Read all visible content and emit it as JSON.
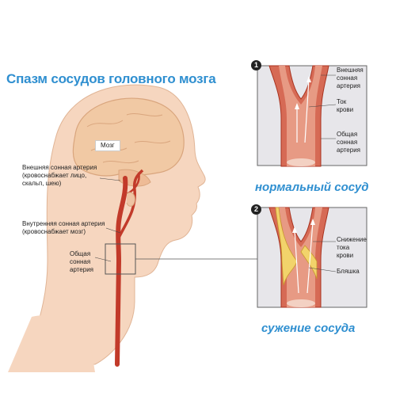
{
  "title": "Спазм сосудов головного мозга",
  "head": {
    "brain_label": "Мозг",
    "external_artery_label": [
      "Внешняя сонная артерия",
      "(кровоснабжает лицо,",
      "скальп, шею)"
    ],
    "internal_artery_label": [
      "Внутренняя сонная артерия",
      "(кровоснабжает мозг)"
    ],
    "common_artery_label": [
      "Общая",
      "сонная",
      "артерия"
    ]
  },
  "panel_normal": {
    "number": "1",
    "external_label": [
      "Внешняя",
      "сонная",
      "артерия"
    ],
    "flow_label": [
      "Ток",
      "крови"
    ],
    "common_label": [
      "Общая",
      "сонная",
      "артерия"
    ],
    "caption": "нормальный сосуд"
  },
  "panel_narrow": {
    "number": "2",
    "flow_label": [
      "Снижение",
      "тока",
      "крови"
    ],
    "plaque_label": "Бляшка",
    "caption": "сужение сосуда"
  },
  "colors": {
    "title": "#2f8fd0",
    "artery": "#c23a2a",
    "vessel_inner": "#d66a55",
    "plaque": "#f2d36b",
    "skin": "#f6d6bf",
    "brain": "#f1c9a4"
  }
}
